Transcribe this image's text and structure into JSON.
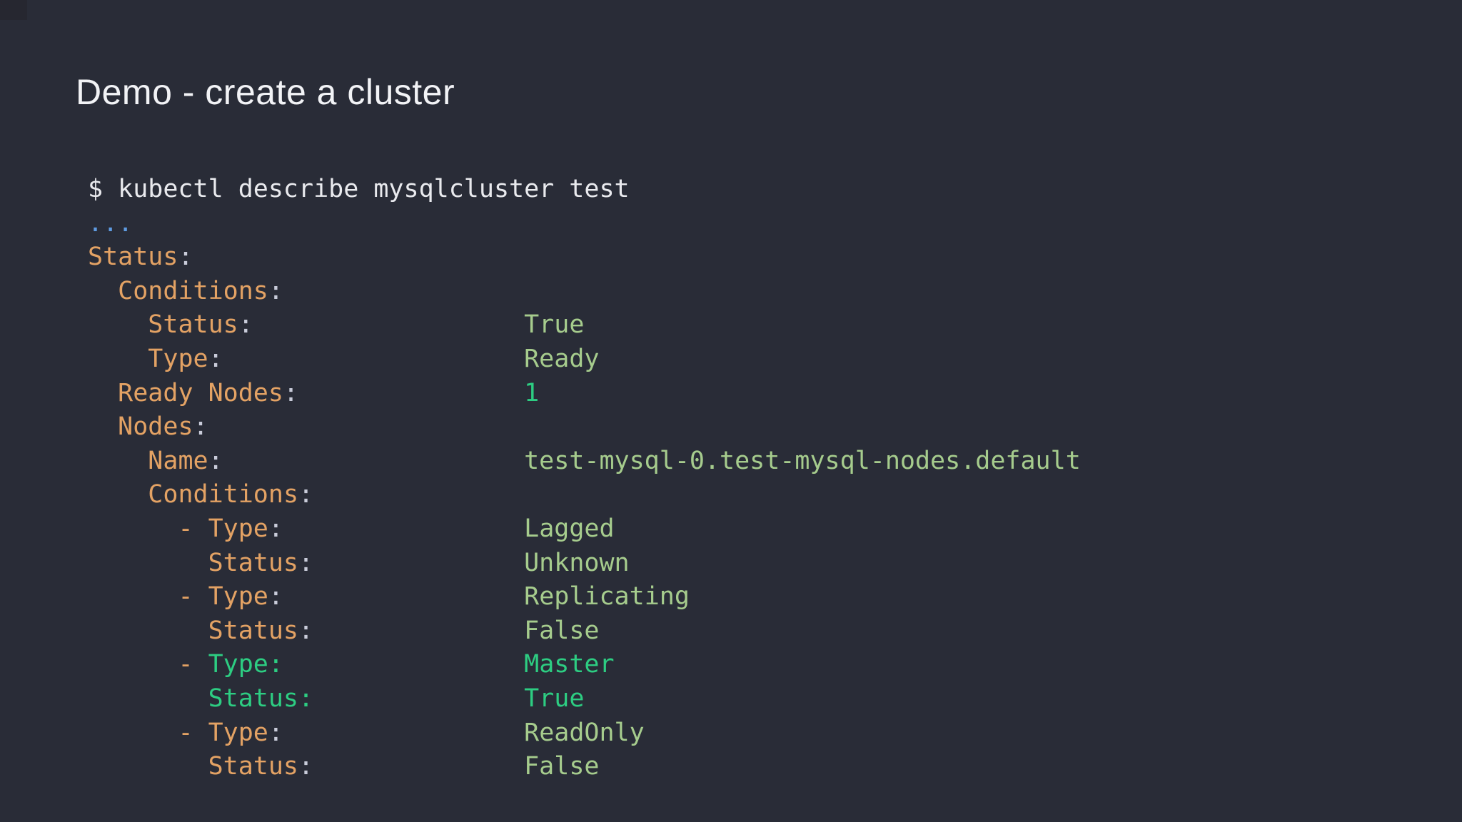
{
  "slide": {
    "title": "Demo - create a cluster"
  },
  "colors": {
    "background": "#292c37",
    "corner_patch": "#262730",
    "title": "#f2f3f6",
    "command": "#e9eaee",
    "ellipsis": "#5f9ce2",
    "key": "#e3a264",
    "punct": "#c9ccda",
    "value": "#a6cc8d",
    "highlight": "#2dcd82"
  },
  "terminal": {
    "command": "$ kubectl describe mysqlcluster test",
    "status": {
      "conditions": [
        {
          "status": "True",
          "type": "Ready"
        }
      ],
      "ready_nodes": "1",
      "nodes": {
        "name": "test-mysql-0.test-mysql-nodes.default",
        "conditions": [
          {
            "type": "Lagged",
            "status": "Unknown"
          },
          {
            "type": "Replicating",
            "status": "False"
          },
          {
            "type": "Master",
            "status": "True"
          },
          {
            "type": "ReadOnly",
            "status": "False"
          }
        ]
      }
    },
    "lines": [
      {
        "segments": [
          {
            "t": "$ kubectl describe mysqlcluster test",
            "c": "command"
          }
        ]
      },
      {
        "segments": [
          {
            "t": "...",
            "c": "ellipsis"
          }
        ]
      },
      {
        "segments": [
          {
            "t": "Status",
            "c": "key"
          },
          {
            "t": ":",
            "c": "punct"
          }
        ]
      },
      {
        "segments": [
          {
            "t": "  ",
            "c": "command"
          },
          {
            "t": "Conditions",
            "c": "key"
          },
          {
            "t": ":",
            "c": "punct"
          }
        ]
      },
      {
        "segments": [
          {
            "t": "    ",
            "c": "command"
          },
          {
            "t": "Status",
            "c": "key"
          },
          {
            "t": ":",
            "c": "punct"
          },
          {
            "t": "                  ",
            "c": "command"
          },
          {
            "t": "True",
            "c": "value"
          }
        ]
      },
      {
        "segments": [
          {
            "t": "    ",
            "c": "command"
          },
          {
            "t": "Type",
            "c": "key"
          },
          {
            "t": ":",
            "c": "punct"
          },
          {
            "t": "                    ",
            "c": "command"
          },
          {
            "t": "Ready",
            "c": "value"
          }
        ]
      },
      {
        "segments": [
          {
            "t": "  ",
            "c": "command"
          },
          {
            "t": "Ready Nodes",
            "c": "key"
          },
          {
            "t": ":",
            "c": "punct"
          },
          {
            "t": "               ",
            "c": "command"
          },
          {
            "t": "1",
            "c": "highlight"
          }
        ]
      },
      {
        "segments": [
          {
            "t": "  ",
            "c": "command"
          },
          {
            "t": "Nodes",
            "c": "key"
          },
          {
            "t": ":",
            "c": "punct"
          }
        ]
      },
      {
        "segments": [
          {
            "t": "    ",
            "c": "command"
          },
          {
            "t": "Name",
            "c": "key"
          },
          {
            "t": ":",
            "c": "punct"
          },
          {
            "t": "                    ",
            "c": "command"
          },
          {
            "t": "test-mysql-0.test-mysql-nodes.default",
            "c": "value"
          }
        ]
      },
      {
        "segments": [
          {
            "t": "    ",
            "c": "command"
          },
          {
            "t": "Conditions",
            "c": "key"
          },
          {
            "t": ":",
            "c": "punct"
          }
        ]
      },
      {
        "segments": [
          {
            "t": "      ",
            "c": "command"
          },
          {
            "t": "-",
            "c": "key"
          },
          {
            "t": " ",
            "c": "command"
          },
          {
            "t": "Type",
            "c": "key"
          },
          {
            "t": ":",
            "c": "punct"
          },
          {
            "t": "                ",
            "c": "command"
          },
          {
            "t": "Lagged",
            "c": "value"
          }
        ]
      },
      {
        "segments": [
          {
            "t": "        ",
            "c": "command"
          },
          {
            "t": "Status",
            "c": "key"
          },
          {
            "t": ":",
            "c": "punct"
          },
          {
            "t": "              ",
            "c": "command"
          },
          {
            "t": "Unknown",
            "c": "value"
          }
        ]
      },
      {
        "segments": [
          {
            "t": "      ",
            "c": "command"
          },
          {
            "t": "-",
            "c": "key"
          },
          {
            "t": " ",
            "c": "command"
          },
          {
            "t": "Type",
            "c": "key"
          },
          {
            "t": ":",
            "c": "punct"
          },
          {
            "t": "                ",
            "c": "command"
          },
          {
            "t": "Replicating",
            "c": "value"
          }
        ]
      },
      {
        "segments": [
          {
            "t": "        ",
            "c": "command"
          },
          {
            "t": "Status",
            "c": "key"
          },
          {
            "t": ":",
            "c": "punct"
          },
          {
            "t": "              ",
            "c": "command"
          },
          {
            "t": "False",
            "c": "value"
          }
        ]
      },
      {
        "segments": [
          {
            "t": "      ",
            "c": "command"
          },
          {
            "t": "-",
            "c": "key"
          },
          {
            "t": " ",
            "c": "command"
          },
          {
            "t": "Type",
            "c": "highlight"
          },
          {
            "t": ":",
            "c": "highlight"
          },
          {
            "t": "                ",
            "c": "command"
          },
          {
            "t": "Master",
            "c": "highlight"
          }
        ]
      },
      {
        "segments": [
          {
            "t": "        ",
            "c": "command"
          },
          {
            "t": "Status",
            "c": "highlight"
          },
          {
            "t": ":",
            "c": "highlight"
          },
          {
            "t": "              ",
            "c": "command"
          },
          {
            "t": "True",
            "c": "highlight"
          }
        ]
      },
      {
        "segments": [
          {
            "t": "      ",
            "c": "command"
          },
          {
            "t": "-",
            "c": "key"
          },
          {
            "t": " ",
            "c": "command"
          },
          {
            "t": "Type",
            "c": "key"
          },
          {
            "t": ":",
            "c": "punct"
          },
          {
            "t": "                ",
            "c": "command"
          },
          {
            "t": "ReadOnly",
            "c": "value"
          }
        ]
      },
      {
        "segments": [
          {
            "t": "        ",
            "c": "command"
          },
          {
            "t": "Status",
            "c": "key"
          },
          {
            "t": ":",
            "c": "punct"
          },
          {
            "t": "              ",
            "c": "command"
          },
          {
            "t": "False",
            "c": "value"
          }
        ]
      }
    ]
  }
}
